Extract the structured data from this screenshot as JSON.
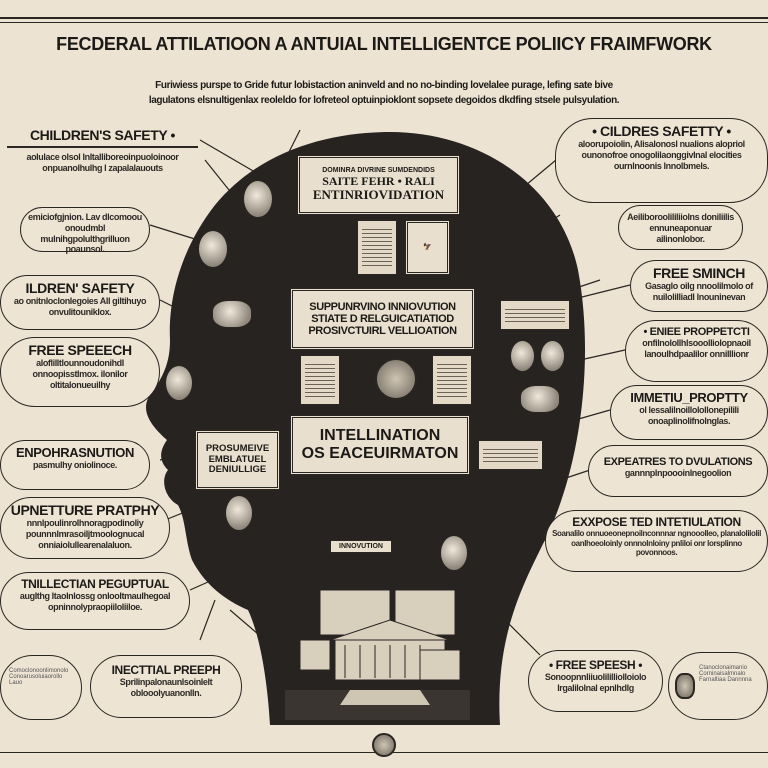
{
  "title": "FECDERAL ATTILATIOON A ANTUIAL INTELLIGENTCE POLIICY FRAIMFWORK",
  "subtitle": [
    "Furiwiess purspe to Gride futur lobistaction aninveld and no no-binding lovelalee purage, lefing sate bive",
    "lagulatons elsnultigenlax reoleldo for lofreteol optuinpioklont sopsete degoidos dkdfing stsele pulsyulation."
  ],
  "center": {
    "top_sign": {
      "small": "DOMINRA DIVRINE SUMDENDIDS",
      "line1": "SAITE FEHR • RALI",
      "line2": "ENTINRIOVIDATION"
    },
    "middle_box": [
      "SUPPUNRVINO INNIOVUTION",
      "STIATE D RELGUICATIATIOD",
      "PROSIVCTUIRL VELLIOATION"
    ],
    "lower_box": [
      "INTELLINATION",
      "OS EACEUIRMATON"
    ],
    "left_box": [
      "PROSUMEIVE",
      "EMBLATUEL",
      "DENIULLIGE"
    ],
    "small_label": "INNOVUTION"
  },
  "left_bubbles": [
    {
      "heading": "CHILDREN'S SAFETY •",
      "text": "aolulace olsol Inltalliboreoinpuoloinoor onpuanolhulhg l zapalalauouts"
    },
    {
      "heading": "",
      "text": "emiciofgjnion. Lav dlcomoou onoudmbl mulnihgpolulthgrilluon poaunsol."
    },
    {
      "heading": "ILDREN' SAFETY",
      "text": "ao onitnloclonlegoies All giltihuyo onvulitouniklox."
    },
    {
      "heading": "FREE SPEEECH",
      "text": "aloflilltlounnoudonihdl onnoopisstlmox. ilonilor oltitalonueuilhy"
    },
    {
      "heading": "ENPOHRASNUTION",
      "text": "pasmulhy oniolinoce."
    },
    {
      "heading": "UPNETTURE PRATPHY",
      "text": "nnnlpoulinrolhnoragpodinoliy pounnnlmrasoiljtmoolognucal onniaiolullearenalaluon."
    },
    {
      "heading": "TNILLECTIAN PEGUPTUAL",
      "text": "auglthg ltaolnlossg onlooltmaulhegoal opninnolypraopiiloliiloe."
    },
    {
      "heading": "INECTTIAL PREEPH",
      "text": "Sprilinpalonaunlsoinlelt oblooolyuanonlln."
    }
  ],
  "right_bubbles": [
    {
      "heading": "• CILDRES SAFETTY •",
      "text": "aloorupoiolin, Alisalonosl nualions alopriol ounonofroe onogolilaonggivlnal elocities ournlnoonis lnnolbmels."
    },
    {
      "heading": "",
      "text": "Aeiliboroolililiiolns doniliilis ennuneaponuar ailinonlobor."
    },
    {
      "heading": "FREE SMINCH",
      "text": "Gasaglo oilg nnoolilmolo of nuilolilliadl lnouninevan"
    },
    {
      "heading": "• ENIEE PROPPETCTI",
      "text": "onfilnolollhlsooolliolopnaoil lanoulhdpaalilor onnilllionr"
    },
    {
      "heading": "IMMETIU_PROPTTY",
      "text": "ol lessalilnoillolollonepilili onoaplinolifnolnglas."
    },
    {
      "heading": "EXPEATRES TO DVULATIONS",
      "text": "gannnplnpoooinlnegoolion"
    },
    {
      "heading": "EXXPOSE TED INTETIULATION",
      "text": "Soanalilo onnuoeonepnoilnconnnar ngnooolleo, planalolilolil oanlhoeoloinly onnnolnloiny pnliloi onr lorsplinno povonnoos."
    },
    {
      "heading": "• FREE SPEESH •",
      "text": "Sonoopnnliiuolililliolloiolo lrgalilolnal epnlhdlg"
    }
  ],
  "seal_cards": [
    {
      "text": "Comoclonoonlimonolo Conoarusoluiaorollo Lauo"
    },
    {
      "text": "Ctanoclonaimanio Corninaisalmnalo Farnaltiaa Dannnna"
    }
  ]
}
